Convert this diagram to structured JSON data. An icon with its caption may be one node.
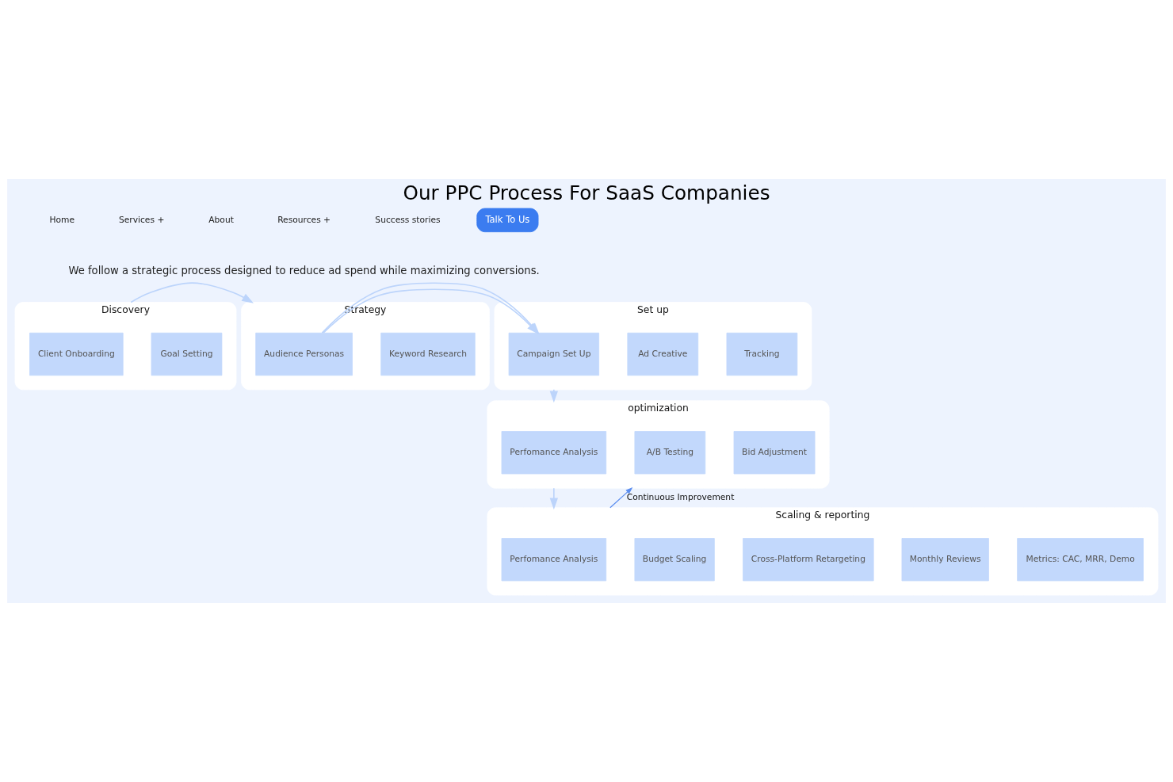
{
  "diagram": {
    "title": "Our PPC Process For SaaS Companies",
    "nodes": [
      {
        "text": [
          "Discovery"
        ]
      },
      {
        "text": [
          "Client Onboarding"
        ],
        "in": 0
      },
      {
        "text": [
          "Goal Setting"
        ],
        "in": 0
      },
      {
        "text": [
          "Strategy"
        ]
      },
      {
        "text": [
          "Audience Personas"
        ],
        "in": 3
      },
      {
        "text": [
          "Keyword Research"
        ],
        "in": 3
      },
      {
        "text": [
          "Set up"
        ]
      },
      {
        "text": [
          "Campaign Set Up"
        ],
        "in": 6
      },
      {
        "text": [
          "Ad Creative"
        ],
        "in": 6
      },
      {
        "text": [
          "Tracking"
        ],
        "in": 6
      },
      {
        "text": [
          "Scaling & reporting"
        ]
      },
      {
        "text": [
          "Perfomance Analysis"
        ],
        "in": 10
      },
      {
        "text": [
          "Budget Scaling"
        ],
        "in": 10
      },
      {
        "text": [
          "Cross-Platform Retargeting"
        ],
        "in": 10
      },
      {
        "text": [
          "Monthly Reviews"
        ],
        "in": 10
      },
      {
        "text": [
          "Metrics: CAC, MRR, Demo"
        ],
        "in": 10
      },
      {
        "text": [
          "optimization"
        ]
      },
      {
        "text": [
          "Perfomance Analysis"
        ],
        "in": 16
      },
      {
        "text": [
          "A/B Testing"
        ],
        "in": 16
      },
      {
        "text": [
          "Bid Adjustment"
        ],
        "in": 16
      }
    ],
    "edges": [
      {
        "from": 0,
        "to": 3,
        "arrow": "to"
      },
      {
        "from": 3,
        "to": 6,
        "arrow": "to"
      },
      {
        "from": 6,
        "to": 16,
        "arrow": "to"
      },
      {
        "from": 10,
        "to": 16,
        "arrow": "to",
        "label": "Continuous Improvement",
        "color": "#5b8def"
      },
      {
        "from": 16,
        "to": 10,
        "arrow": "to"
      }
    ],
    "labels": [
      "Home",
      "Services +",
      "About",
      "Resources +",
      "Success stories",
      "Talk To Us",
      "We follow a strategic process designed to reduce ad spend while maximizing conversions."
    ]
  }
}
